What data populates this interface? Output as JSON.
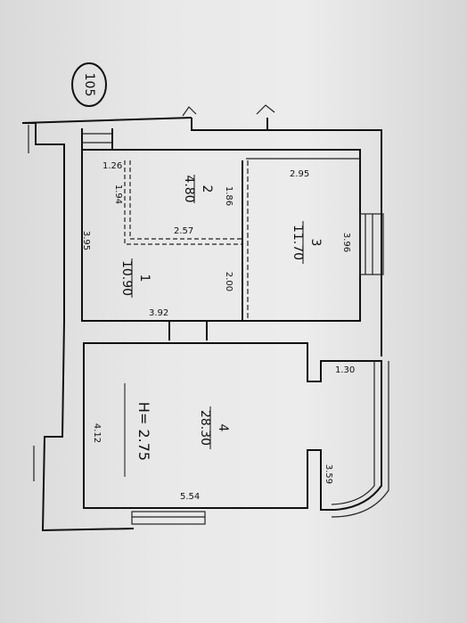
{
  "apartment_number": "105",
  "ceiling_height": "H= 2.75",
  "rooms": [
    {
      "number": "1",
      "area": "10.90"
    },
    {
      "number": "2",
      "area": "4.80"
    },
    {
      "number": "3",
      "area": "11.70"
    },
    {
      "number": "4",
      "area": "28.30"
    }
  ],
  "dimensions": {
    "room1_width": "3.95",
    "room1_length": "3.92",
    "room1_partition": "2.00",
    "room2_a": "1.26",
    "room2_b": "1.94",
    "room2_c": "1.86",
    "room2_d": "2.57",
    "room3_a": "2.95",
    "room3_b": "3.96",
    "room4_a": "4.12",
    "room4_b": "5.54",
    "room4_c": "1.30",
    "room4_d": "3.59"
  },
  "colors": {
    "ink": "#111111",
    "paper": "#e6e6e6"
  }
}
